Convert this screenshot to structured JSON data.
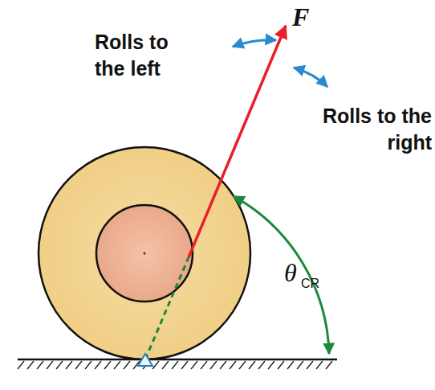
{
  "diagram": {
    "labels": [
      "F",
      "Rolls to the left",
      "Rolls to the right",
      "θ",
      "CR"
    ]
  }
}
